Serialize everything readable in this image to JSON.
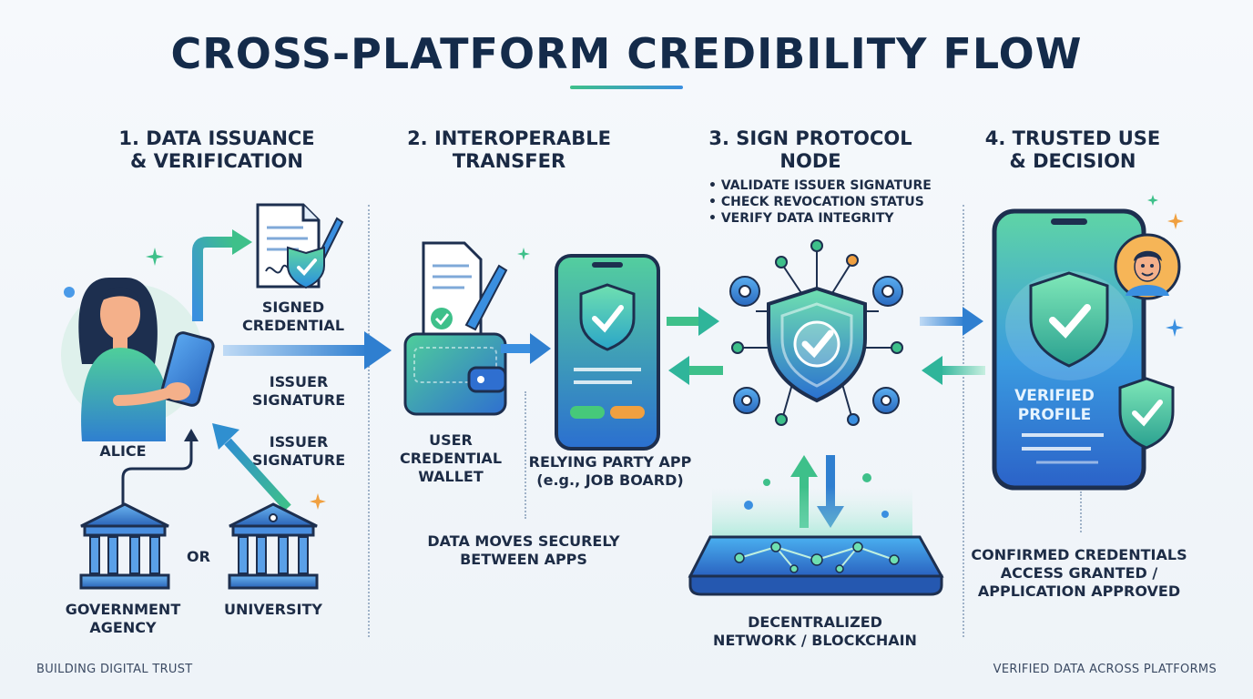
{
  "title": "CROSS-PLATFORM CREDIBILITY FLOW",
  "steps": [
    {
      "line1": "1. DATA ISSUANCE",
      "line2": "& VERIFICATION"
    },
    {
      "line1": "2. INTEROPERABLE",
      "line2": "TRANSFER"
    },
    {
      "line1": "3. SIGN PROTOCOL",
      "line2": "NODE"
    },
    {
      "line1": "4. TRUSTED USE",
      "line2": "& DECISION"
    }
  ],
  "protocol_checks": [
    "• VALIDATE ISSUER SIGNATURE",
    "• CHECK REVOCATION STATUS",
    "• VERIFY DATA INTEGRITY"
  ],
  "labels": {
    "signed_credential_1": "SIGNED",
    "signed_credential_2": "CREDENTIAL",
    "issuer_signature_a_1": "ISSUER",
    "issuer_signature_a_2": "SIGNATURE",
    "issuer_signature_b_1": "ISSUER",
    "issuer_signature_b_2": "SIGNATURE",
    "alice": "ALICE",
    "government_1": "GOVERNMENT",
    "government_2": "AGENCY",
    "or": "OR",
    "university": "UNIVERSITY",
    "wallet_1": "USER",
    "wallet_2": "CREDENTIAL",
    "wallet_3": "WALLET",
    "relying_1": "RELYING PARTY APP",
    "relying_2": "(e.g., JOB BOARD)",
    "moves_1": "DATA MOVES SECURELY",
    "moves_2": "BETWEEN APPS",
    "network_1": "DECENTRALIZED",
    "network_2": "NETWORK / BLOCKCHAIN",
    "verified_1": "VERIFIED",
    "verified_2": "PROFILE",
    "confirmed_1": "CONFIRMED CREDENTIALS",
    "confirmed_2": "ACCESS GRANTED /",
    "confirmed_3": "APPLICATION APPROVED"
  },
  "footer": {
    "left": "BUILDING DIGITAL TRUST",
    "right": "VERIFIED DATA ACROSS PLATFORMS"
  },
  "colors": {
    "navy": "#142b4a",
    "green": "#3ec08a",
    "blue": "#3a8fe0",
    "teal": "#2fb59a",
    "orange": "#f0a040"
  }
}
